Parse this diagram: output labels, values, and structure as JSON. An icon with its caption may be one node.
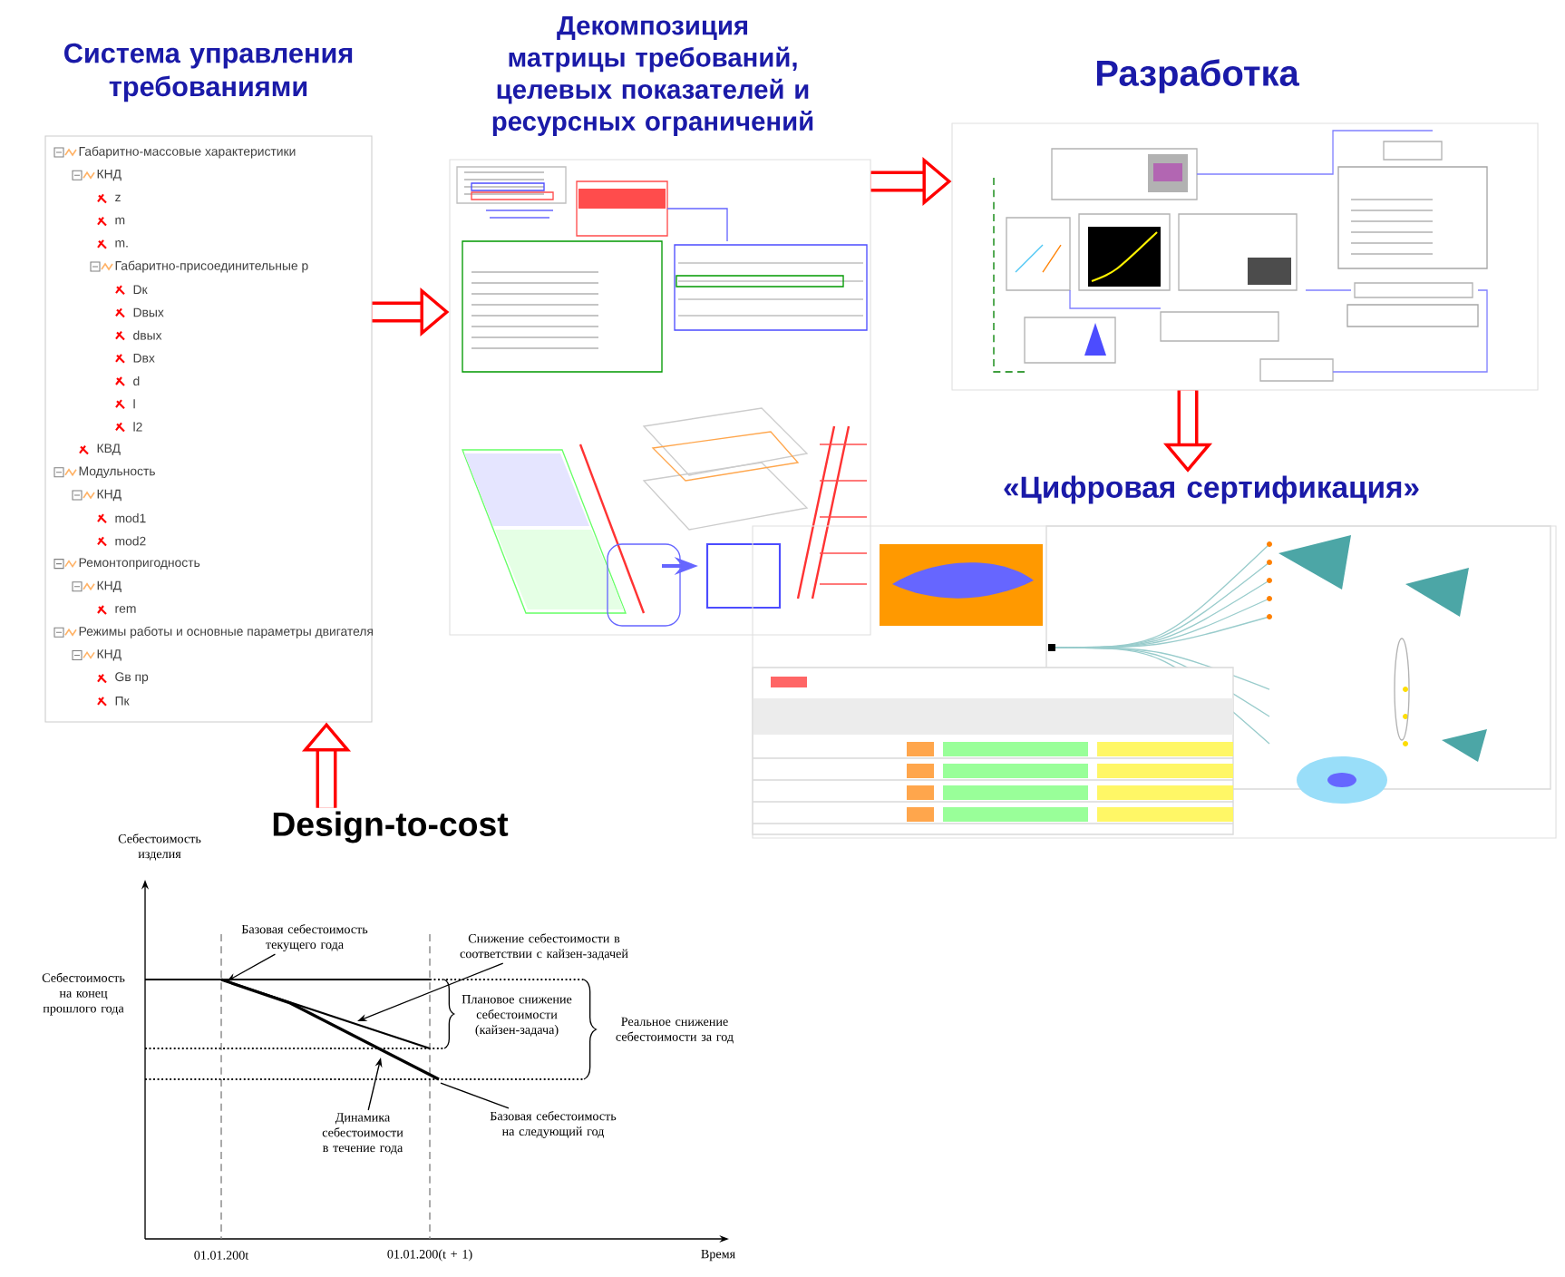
{
  "diagram": {
    "nodes": [
      {
        "text": [
          "Система управления требованиями",
          "Габаритно-массовые характеристики",
          "КНД",
          "z",
          "m",
          "m.",
          "Габаритно-присоединительные р",
          "Dк",
          "Dвых",
          "dвых",
          "Dвх",
          "d",
          "l",
          "l2",
          "КВД",
          "Модульность",
          "КНД",
          "mod1",
          "mod2",
          "Ремонтопригодность",
          "КНД",
          "rem",
          "Режимы работы и основные параметры двигателя",
          "КНД",
          "Gв пр",
          "Пк"
        ]
      },
      {
        "text": [
          "Декомпозиция матрицы требований, целевых показателей и ресурсных ограничений"
        ]
      },
      {
        "text": [
          "Разработка"
        ]
      },
      {
        "text": [
          "«Цифровая сертификация»"
        ]
      },
      {
        "text": [
          "Design-to-cost"
        ]
      },
      {
        "text": [
          "Базовая себестоимость текущего года"
        ],
        "in": 4
      },
      {
        "text": [
          "Снижение себестоимости в соответствии с кайзен-задачей"
        ],
        "in": 4
      },
      {
        "text": [
          "Динамика себестоимости в течение года"
        ],
        "in": 4
      },
      {
        "text": [
          "Базовая себестоимость на следующий год"
        ],
        "in": 4
      }
    ],
    "edges": [
      {
        "from": 0,
        "to": 1,
        "arrow": "to",
        "style": "thick",
        "color": "#ff0000"
      },
      {
        "from": 1,
        "to": 2,
        "arrow": "to",
        "style": "thick",
        "color": "#ff0000"
      },
      {
        "from": 2,
        "to": 3,
        "arrow": "to",
        "style": "thick",
        "color": "#ff0000"
      },
      {
        "from": 4,
        "to": 0,
        "arrow": "to",
        "style": "thick",
        "color": "#ff0000"
      },
      {
        "from": 5,
        "to": null,
        "arrow": "to",
        "color": "#000000"
      },
      {
        "from": 6,
        "to": null,
        "arrow": "to",
        "color": "#000000"
      },
      {
        "from": 7,
        "to": null,
        "arrow": "to",
        "color": "#000000"
      },
      {
        "from": 8,
        "to": null,
        "arrow": "none",
        "color": "#000000"
      }
    ],
    "labels": [
      "Себестоимость изделия",
      "Себестоимость на конец прошлого года",
      "Плановое снижение себестоимости (кайзен-задача)",
      "Реальное снижение себестоимости за год",
      "01.01.200t",
      "01.01.200(t + 1)",
      "Время"
    ]
  }
}
